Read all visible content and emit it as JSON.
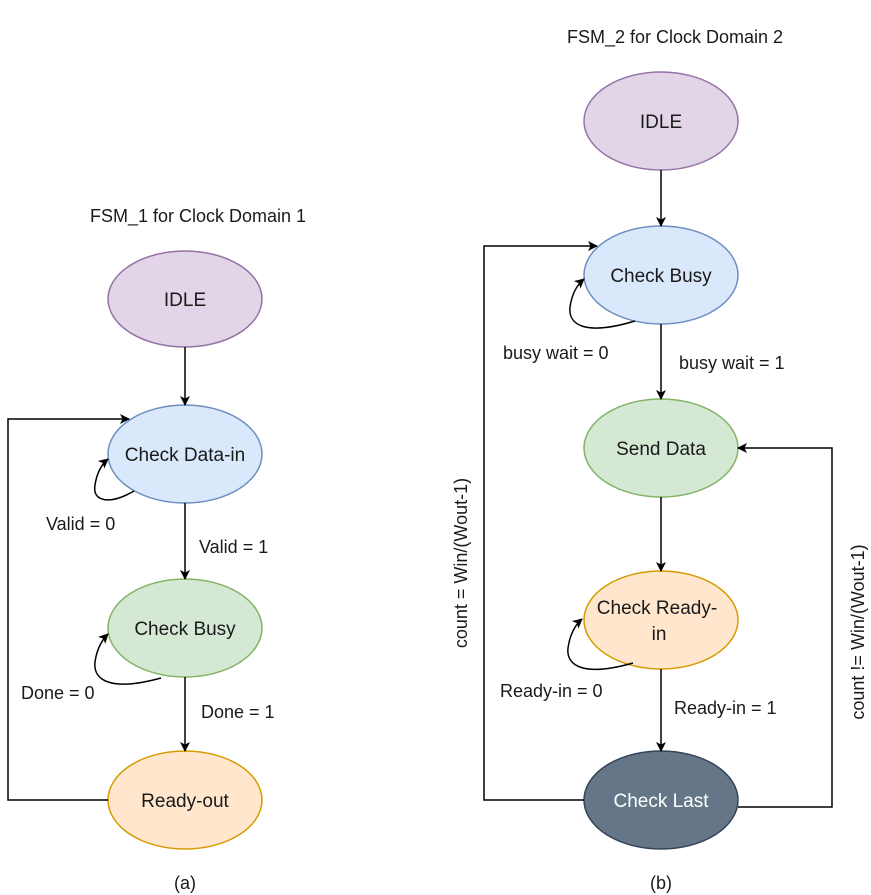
{
  "fsm1": {
    "title": "FSM_1 for Clock Domain 1",
    "caption": "(a)",
    "states": {
      "idle": "IDLE",
      "check_data_in": "Check Data-in",
      "check_busy": "Check Busy",
      "ready_out": "Ready-out"
    },
    "transitions": {
      "valid_0": "Valid = 0",
      "valid_1": "Valid = 1",
      "done_0": "Done = 0",
      "done_1": "Done = 1"
    }
  },
  "fsm2": {
    "title": "FSM_2 for Clock Domain 2",
    "caption": "(b)",
    "states": {
      "idle": "IDLE",
      "check_busy": "Check Busy",
      "send_data": "Send Data",
      "check_ready_in_line1": "Check Ready-",
      "check_ready_in_line2": "in",
      "check_last": "Check Last"
    },
    "transitions": {
      "busy_wait_0": "busy wait = 0",
      "busy_wait_1": "busy wait = 1",
      "ready_in_0": "Ready-in = 0",
      "ready_in_1": "Ready-in = 1",
      "count_eq": "count = Win/(Wout-1)",
      "count_neq": "count != Win/(Wout-1)"
    }
  },
  "colors": {
    "purple_fill": "#e1d5e7",
    "purple_stroke": "#9673a6",
    "blue_fill": "#dae8fc",
    "blue_stroke": "#6c8ebf",
    "green_fill": "#d5e8d4",
    "green_stroke": "#82b366",
    "orange_fill": "#ffe6cc",
    "orange_stroke": "#d79b00",
    "dark_fill": "#647687",
    "dark_stroke": "#314354"
  }
}
